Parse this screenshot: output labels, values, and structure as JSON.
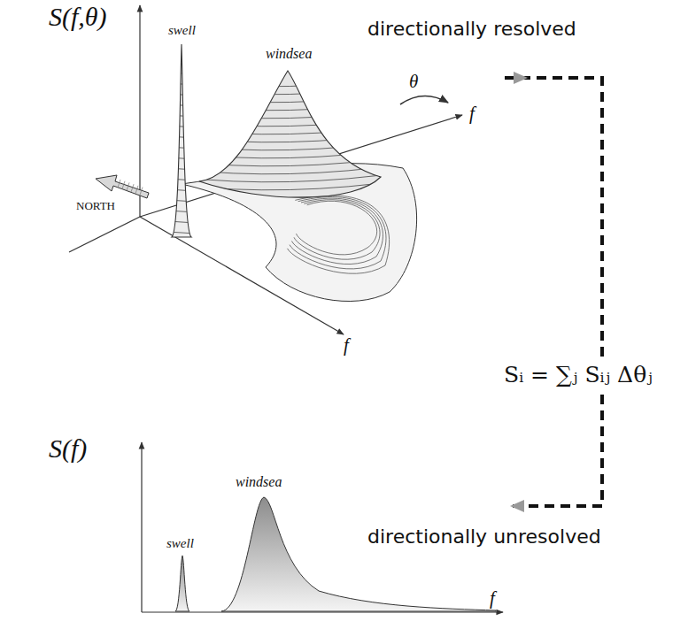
{
  "diagram": {
    "labels": [
      "S(f,θ)",
      "swell",
      "windsea",
      "NORTH",
      "θ",
      "f",
      "f",
      "directionally resolved",
      "Sᵢ = ∑ⱼ Sᵢⱼ Δθⱼ",
      "S(f)",
      "swell",
      "windsea",
      "directionally unresolved",
      "f"
    ]
  }
}
